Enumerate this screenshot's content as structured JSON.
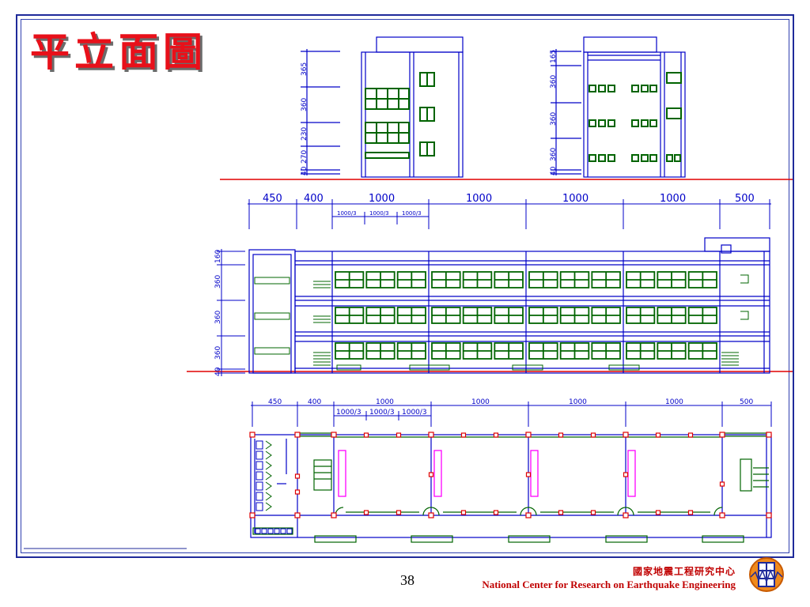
{
  "slide": {
    "title": "平立面圖",
    "page_number": "38"
  },
  "organization": {
    "name_cn": "國家地震工程研究中心",
    "name_en": "National Center for Research on Earthquake Engineering",
    "logo_icon": "ncree-logo-icon"
  },
  "colors": {
    "frame": "#1f2a9a",
    "title": "#e8101a",
    "dimension": "#0000c8",
    "window": "#006400",
    "ground": "#e00000",
    "column": "#ff00ff",
    "org_text": "#c00000"
  },
  "drawing": {
    "side_elevation_left": {
      "dims": [
        "365",
        "360",
        "230",
        "270",
        "40"
      ]
    },
    "side_elevation_right": {
      "dims": [
        "165",
        "360",
        "360",
        "360",
        "40"
      ]
    },
    "front_elevation": {
      "top_dims": [
        "450",
        "400",
        "1000",
        "1000",
        "1000",
        "1000",
        "500"
      ],
      "sub_dims": [
        "1000/3",
        "1000/3",
        "1000/3"
      ],
      "side_dims": [
        "160",
        "360",
        "360",
        "360",
        "40"
      ]
    },
    "floor_plan": {
      "top_dims": [
        "450",
        "400",
        "1000",
        "1000",
        "1000",
        "1000",
        "500"
      ],
      "sub_dims": [
        "1000/3",
        "1000/3",
        "1000/3"
      ]
    }
  }
}
